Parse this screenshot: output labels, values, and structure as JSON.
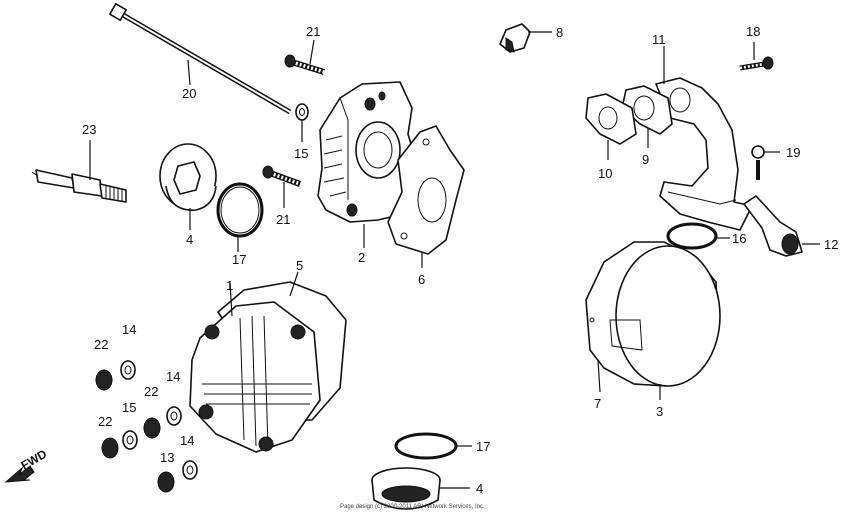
{
  "diagram": {
    "callouts": [
      {
        "id": "c20",
        "label": "20"
      },
      {
        "id": "c21a",
        "label": "21"
      },
      {
        "id": "c15a",
        "label": "15"
      },
      {
        "id": "c23",
        "label": "23"
      },
      {
        "id": "c4a",
        "label": "4"
      },
      {
        "id": "c17a",
        "label": "17"
      },
      {
        "id": "c21b",
        "label": "21"
      },
      {
        "id": "c2",
        "label": "2"
      },
      {
        "id": "c6",
        "label": "6"
      },
      {
        "id": "c8",
        "label": "8"
      },
      {
        "id": "c11",
        "label": "11"
      },
      {
        "id": "c18",
        "label": "18"
      },
      {
        "id": "c10",
        "label": "10"
      },
      {
        "id": "c9",
        "label": "9"
      },
      {
        "id": "c19",
        "label": "19"
      },
      {
        "id": "c16",
        "label": "16"
      },
      {
        "id": "c12",
        "label": "12"
      },
      {
        "id": "c5",
        "label": "5"
      },
      {
        "id": "c1",
        "label": "1"
      },
      {
        "id": "c14a",
        "label": "14"
      },
      {
        "id": "c22a",
        "label": "22"
      },
      {
        "id": "c22b",
        "label": "22"
      },
      {
        "id": "c14b",
        "label": "14"
      },
      {
        "id": "c15b",
        "label": "15"
      },
      {
        "id": "c22c",
        "label": "22"
      },
      {
        "id": "c14c",
        "label": "14"
      },
      {
        "id": "c13",
        "label": "13"
      },
      {
        "id": "c7",
        "label": "7"
      },
      {
        "id": "c3",
        "label": "3"
      },
      {
        "id": "c17b",
        "label": "17"
      },
      {
        "id": "c4b",
        "label": "4"
      }
    ],
    "fwd_label": "FWD",
    "copyright": "Page design (c) 2000-2011 ARI Network Services, Inc."
  }
}
